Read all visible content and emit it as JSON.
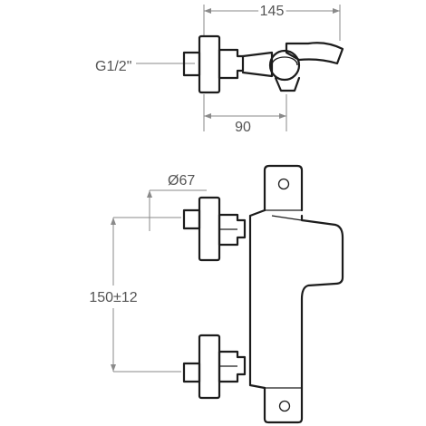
{
  "dimensions": {
    "width_overall": "145",
    "connection_thread": "G1/2\"",
    "wall_projection": "90",
    "rosette_diameter": "Ø67",
    "center_distance": "150±12"
  },
  "colors": {
    "line": "#1c1c1c",
    "dimension": "#8a8a8a",
    "text": "#555555",
    "background": "#ffffff"
  }
}
